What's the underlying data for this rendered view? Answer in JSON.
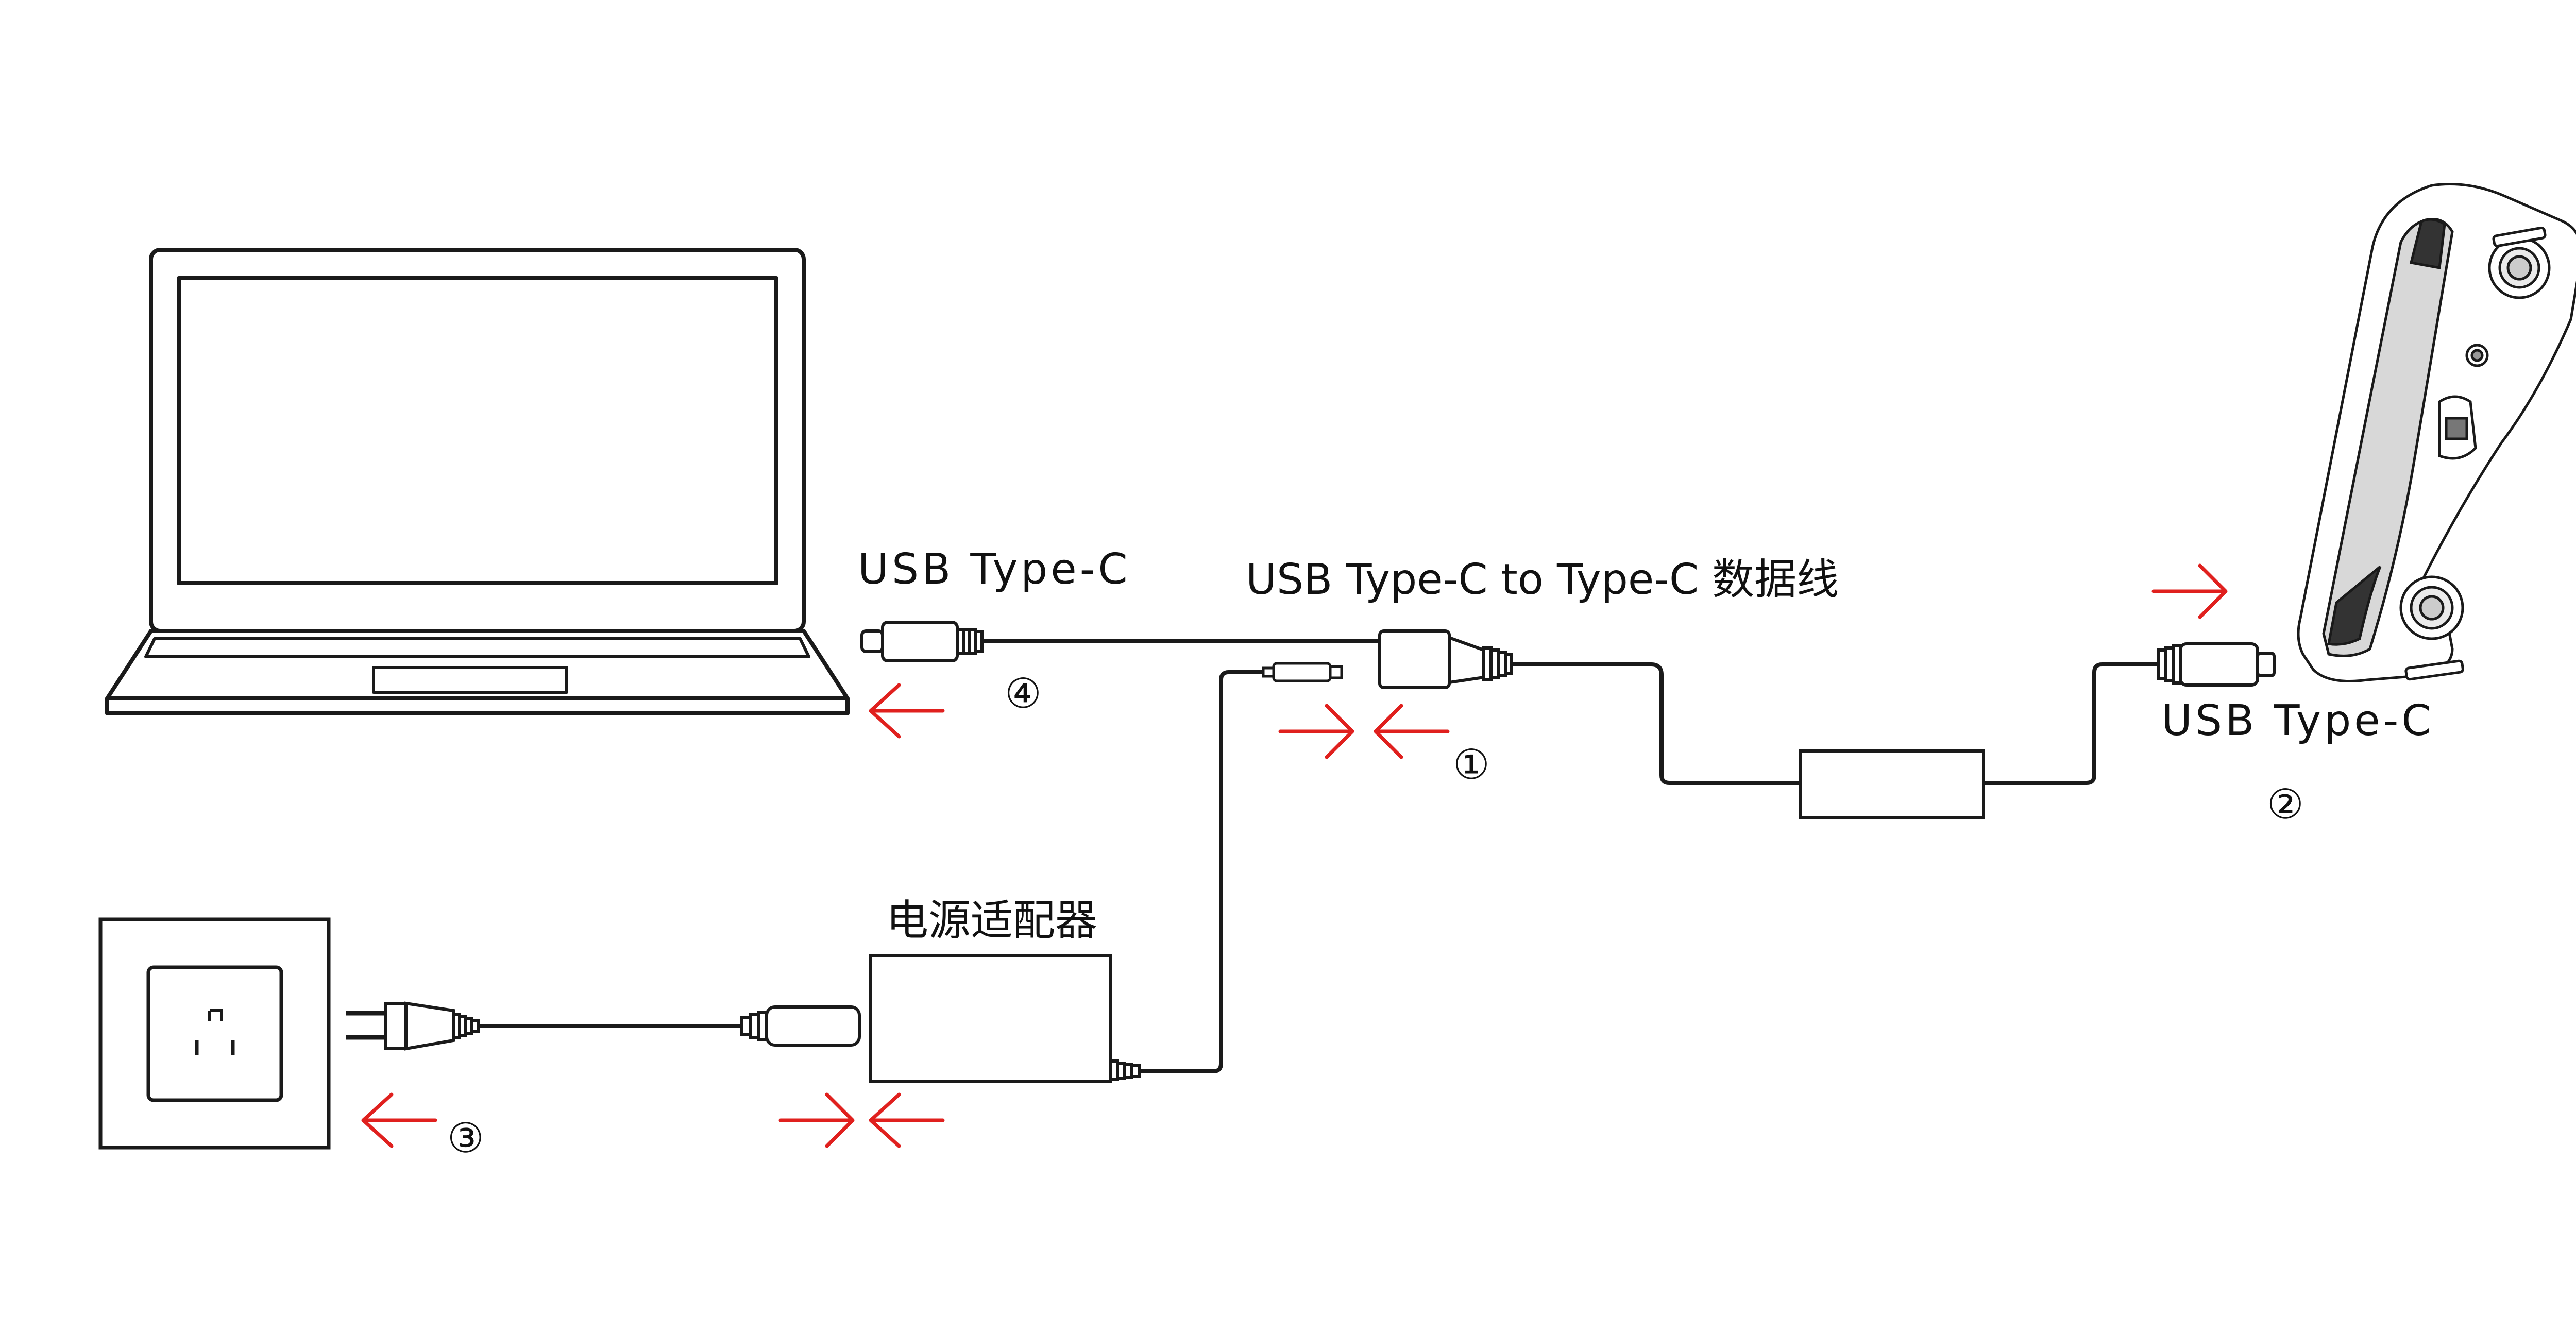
{
  "labels": {
    "laptop_port": "USB Type-C",
    "cable": "USB Type-C to Type-C 数据线",
    "scanner_port": "USB Type-C",
    "adapter": "电源适配器"
  },
  "steps": {
    "one": "①",
    "two": "②",
    "three": "③",
    "four": "④"
  },
  "colors": {
    "line": "#1a1a1a",
    "arrow": "#e0201e",
    "background": "#ffffff"
  },
  "icons": [
    "laptop-icon",
    "wall-outlet-icon",
    "power-plug-icon",
    "power-adapter-icon",
    "usb-c-connector-icon",
    "usb-cable-box-icon",
    "3d-scanner-icon",
    "arrow-icon"
  ]
}
